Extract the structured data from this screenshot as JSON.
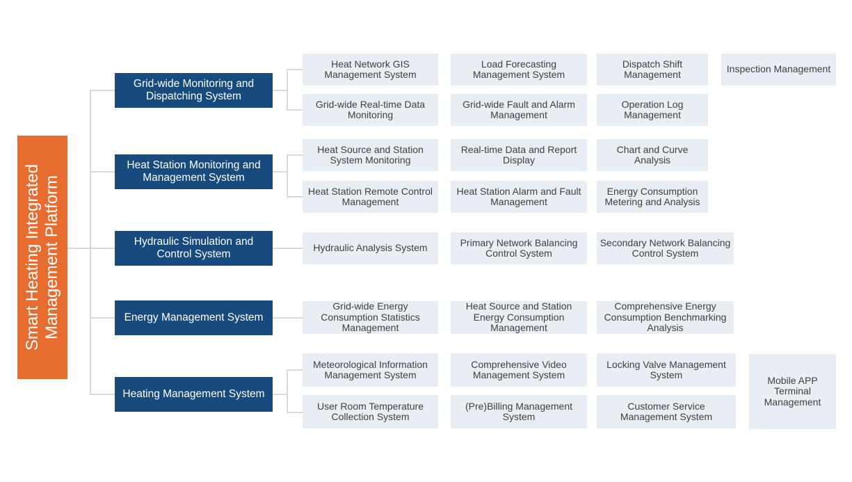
{
  "platform": {
    "label": "Smart Heating Integrated Management Platform"
  },
  "colors": {
    "platform_orange": "#E76C2F",
    "section_navy": "#174A7D",
    "module_fill": "#E9EDF4",
    "module_text": "#3F3F3F",
    "connector_gray": "#D9D9D9",
    "background": "#FFFFFF"
  },
  "sections": [
    {
      "label": "Grid-wide Monitoring and Dispatching System",
      "children": [
        "Heat Network GIS Management System",
        "Load Forecasting Management System",
        "Dispatch Shift Management",
        "Inspection Management",
        "Grid-wide Real-time Data Monitoring",
        "Grid-wide Fault and Alarm Management",
        "Operation Log Management"
      ]
    },
    {
      "label": "Heat Station Monitoring and Management System",
      "children": [
        "Heat Source and Station System Monitoring",
        "Real-time Data and Report Display",
        "Chart and Curve Analysis",
        "Heat Station Remote Control Management",
        "Heat Station Alarm and Fault Management",
        "Energy Consumption Metering and Analysis"
      ]
    },
    {
      "label": "Hydraulic Simulation and Control System",
      "children": [
        "Hydraulic Analysis System",
        "Primary Network Balancing Control System",
        "Secondary Network Balancing Control System"
      ]
    },
    {
      "label": "Energy Management System",
      "children": [
        "Grid-wide Energy Consumption Statistics Management",
        "Heat Source and Station Energy Consumption Management",
        "Comprehensive Energy Consumption Benchmarking Analysis"
      ]
    },
    {
      "label": "Heating Management System",
      "children": [
        "Meteorological Information Management System",
        "Comprehensive Video Management System",
        "Locking Valve Management System",
        "User Room Temperature Collection System",
        "(Pre)Billing Management System",
        "Customer Service Management System",
        "Mobile APP Terminal Management"
      ]
    }
  ]
}
